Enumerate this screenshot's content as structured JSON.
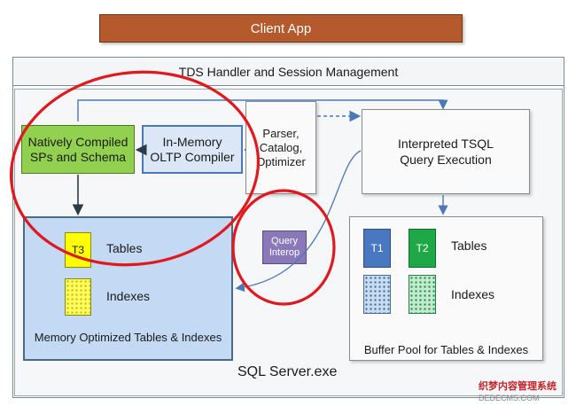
{
  "client_app": "Client App",
  "tds_handler": "TDS Handler and Session Management",
  "natively_compiled": {
    "line1": "Natively Compiled",
    "line2": "SPs and Schema"
  },
  "oltp_compiler": {
    "line1": "In-Memory",
    "line2": "OLTP Compiler"
  },
  "parser": {
    "line1": "Parser,",
    "line2": "Catalog,",
    "line3": "Optimizer"
  },
  "interpreted": {
    "line1": "Interpreted TSQL",
    "line2": "Query Execution"
  },
  "query_interop": {
    "line1": "Query",
    "line2": "Interop"
  },
  "memory_optimized": {
    "t3_label": "T3",
    "tables_label": "Tables",
    "indexes_label": "Indexes",
    "caption": "Memory Optimized Tables & Indexes"
  },
  "buffer_pool": {
    "t1_label": "T1",
    "t2_label": "T2",
    "tables_label": "Tables",
    "indexes_label": "Indexes",
    "caption": "Buffer Pool for Tables & Indexes"
  },
  "sql_server": "SQL Server.exe",
  "watermark": {
    "line1": "织梦内容管理系统",
    "line2": "DEDECMS.COM"
  },
  "colors": {
    "client_app": "#b55a2c",
    "natively_compiled": "#92d050",
    "oltp_compiler": "#dbe7f7",
    "memory_optimized": "#c4d9f3",
    "query_interop": "#8a78b8",
    "t3": "#ffff00",
    "t1": "#4a78c0",
    "t2": "#1fa848",
    "highlight_circle": "#e0191f",
    "arrow": "#4a78b8"
  }
}
